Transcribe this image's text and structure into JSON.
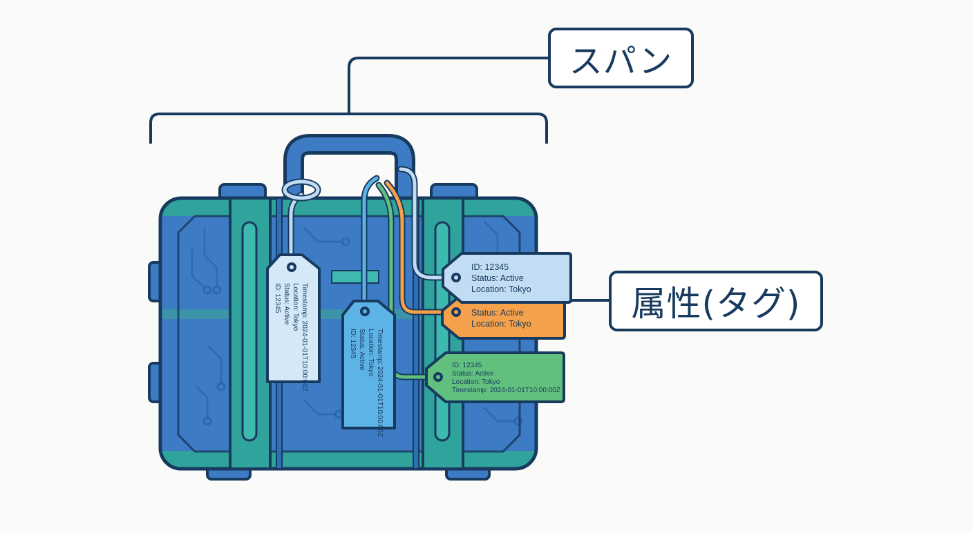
{
  "labels": {
    "span": "スパン",
    "attributes": "属性(タグ)"
  },
  "tags": {
    "vertical_left": [
      "ID: 12345",
      "Status: Active",
      "Location: Tokyo",
      "Timestamp: 2024-01-01T10:00:00Z"
    ],
    "vertical_center": [
      "ID: 12345",
      "Status: Active",
      "Location: Tokyo",
      "Timestamp: 2024-01-01T10:00:00Z"
    ],
    "light_blue": [
      "ID: 12345",
      "Status: Active",
      "Location: Tokyo"
    ],
    "orange": [
      "Status: Active",
      "Location: Tokyo"
    ],
    "green": [
      "ID: 12345",
      "Status: Active",
      "Location: Tokyo",
      "Timestamp: 2024-01-01T10:00:00Z"
    ]
  },
  "colors": {
    "outline": "#173a5e",
    "case_blue": "#3d7cc5",
    "case_teal": "#2fa39c",
    "tag_light_blue": "#c2ddf3",
    "tag_orange": "#f5a04a",
    "tag_green": "#62c07f",
    "tag_pale": "#d5e8f8",
    "tag_blue": "#5db2e6"
  }
}
